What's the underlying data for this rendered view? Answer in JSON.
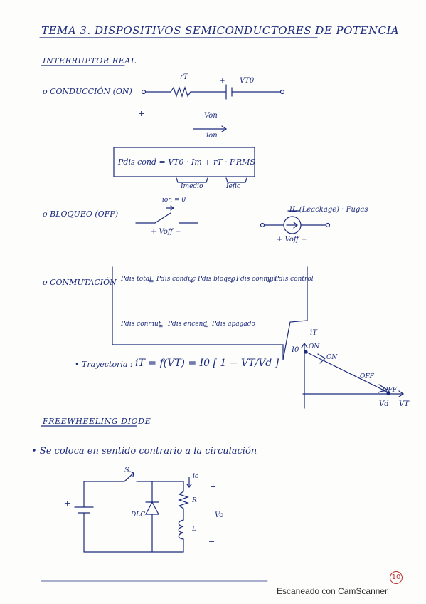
{
  "title": "TEMA 3. DISPOSITIVOS SEMICONDUCTORES DE POTENCIA",
  "section1": "INTERRUPTOR REAL",
  "conduction": {
    "label": "o CONDUCCIÓN (ON)",
    "rT": "rT",
    "vT0": "VT0",
    "plus_small": "+",
    "plus": "+",
    "minus": "−",
    "von": "Von",
    "ion": "ion",
    "formula": "Pdis cond = VT0 · Im + rT · I²RMS",
    "imedio": "Imedio",
    "iefic": "Iefic"
  },
  "blocking": {
    "label": "o BLOQUEO (OFF)",
    "ion0": "ion = 0",
    "voff1": "+ Voff −",
    "leakage": "IL (Leackage) · Fugas",
    "voff2": "+ Voff −"
  },
  "switching": {
    "label": "o CONMUTACIÓN",
    "row1": [
      "Pdis total",
      "=",
      "Pdis conduc",
      "+",
      "Pdis bloqeo",
      "+",
      "Pdis conmut.",
      "+",
      "Pdis control"
    ],
    "row2": [
      "Pdis conmut",
      "=",
      "Pdis encend",
      "+",
      "Pdis apagado"
    ]
  },
  "trajectory": {
    "label": "• Trayectoria :",
    "formula": "iT = f(VT) = I0 [ 1 − VT/Vd ]"
  },
  "graph": {
    "ylabel": "iT",
    "i0": "I0",
    "on": "ON",
    "on2": "ON",
    "off": "OFF",
    "off2": "OFF",
    "vd": "Vd",
    "xlabel": "VT"
  },
  "section2": "FREEWHEELING DIODE",
  "freewheel_bullet": "• Se coloca en sentido contrario a la circulación",
  "circuit2": {
    "s": "S",
    "io": "io",
    "plus": "+",
    "plus_left": "+",
    "R": "R",
    "L": "L",
    "dlabel": "DLC",
    "vo": "Vo",
    "minus": "−"
  },
  "page_number": "10",
  "footer": "Escaneado con CamScanner"
}
